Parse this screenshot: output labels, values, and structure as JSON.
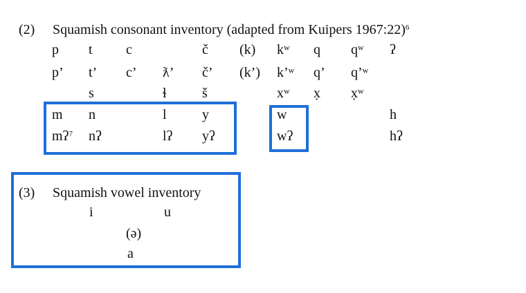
{
  "example2": {
    "number": "(2)",
    "title": "Squamish consonant inventory (adapted from Kuipers 1967:22)",
    "title_footnote": "6",
    "rows": [
      [
        "p",
        "t",
        "c",
        "",
        "č",
        "(k)",
        "kʷ",
        "q",
        "qʷ",
        "ʔ"
      ],
      [
        "p’",
        "t’",
        "c’",
        "ƛ’",
        "č’",
        "(k’)",
        "k’ʷ",
        "q’",
        "q’ʷ",
        ""
      ],
      [
        "",
        "s",
        "",
        "ɬ",
        "š",
        "",
        "xʷ",
        "x̣",
        "x̣ʷ",
        ""
      ],
      [
        "m",
        "n",
        "",
        "l",
        "y",
        "",
        "w",
        "",
        "",
        "h"
      ],
      [
        "mʔ",
        "nʔ",
        "",
        "lʔ",
        "yʔ",
        "",
        "wʔ",
        "",
        "",
        "hʔ"
      ]
    ],
    "footnote_7": "7"
  },
  "example3": {
    "number": "(3)",
    "title": "Squamish vowel inventory",
    "vowels": {
      "high_front": "i",
      "high_back": "u",
      "mid": "(ə)",
      "low": "a"
    }
  },
  "colors": {
    "highlight_box": "#1f6fd6"
  }
}
